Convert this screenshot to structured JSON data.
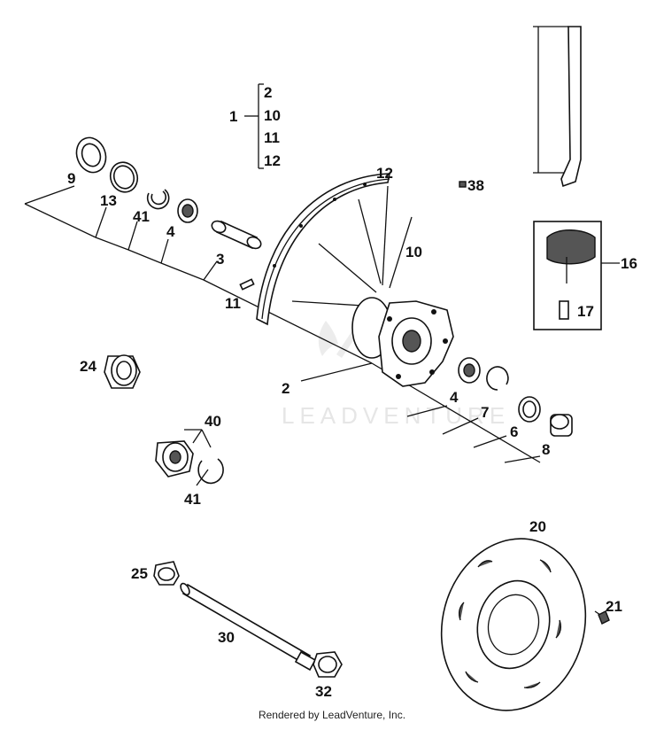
{
  "labels": {
    "l1": "1",
    "l2_top": "2",
    "l10_top": "10",
    "l11_top": "11",
    "l12_top": "12",
    "l9": "9",
    "l13": "13",
    "l41_a": "41",
    "l4_a": "4",
    "l3": "3",
    "l12": "12",
    "l38": "38",
    "l10": "10",
    "l11": "11",
    "l16": "16",
    "l17": "17",
    "l24": "24",
    "l2": "2",
    "l4_b": "4",
    "l7": "7",
    "l6": "6",
    "l8": "8",
    "l40": "40",
    "l41_b": "41",
    "l20": "20",
    "l21": "21",
    "l25": "25",
    "l30": "30",
    "l32": "32"
  },
  "watermark": "LEADVENTURE",
  "footer": "Rendered by LeadVenture, Inc."
}
